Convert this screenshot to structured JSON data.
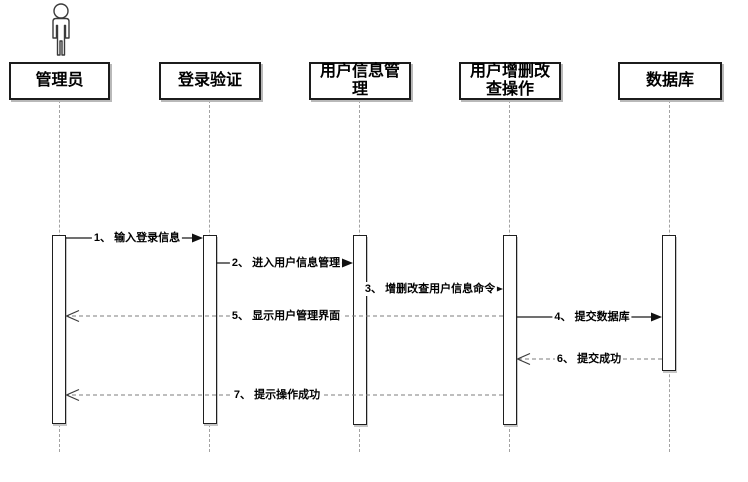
{
  "diagram": {
    "type": "uml-sequence-diagram",
    "language": "zh-CN"
  },
  "actor": {
    "icon": "person-actor-icon",
    "attached_to": "管理员"
  },
  "participants": [
    {
      "label": "管理员"
    },
    {
      "label": "登录验证"
    },
    {
      "label": "用户信息管理"
    },
    {
      "label": "用户增删改查操作"
    },
    {
      "label": "数据库"
    }
  ],
  "messages": [
    {
      "seq": 1,
      "label": "1、 输入登录信息",
      "from": "管理员",
      "to": "登录验证",
      "line": "solid",
      "arrow": "filled-right"
    },
    {
      "seq": 2,
      "label": "2、 进入用户信息管理",
      "from": "登录验证",
      "to": "用户信息管理",
      "line": "solid",
      "arrow": "filled-right"
    },
    {
      "seq": 3,
      "label": "3、 增删改查用户信息命令",
      "from": "用户信息管理",
      "to": "用户增删改查操作",
      "line": "solid",
      "arrow": "filled-right"
    },
    {
      "seq": 4,
      "label": "4、 提交数据库",
      "from": "用户增删改查操作",
      "to": "数据库",
      "line": "solid",
      "arrow": "filled-right"
    },
    {
      "seq": 5,
      "label": "5、 显示用户管理界面",
      "from": "用户增删改查操作",
      "to": "管理员",
      "line": "dashed",
      "arrow": "open-left"
    },
    {
      "seq": 6,
      "label": "6、 提交成功",
      "from": "数据库",
      "to": "用户增删改查操作",
      "line": "dashed",
      "arrow": "open-left"
    },
    {
      "seq": 7,
      "label": "7、 提示操作成功",
      "from": "用户增删改查操作",
      "to": "管理员",
      "line": "dashed",
      "arrow": "open-left"
    }
  ],
  "colors": {
    "background": "#ffffff",
    "shape_border": "#1c1c1c",
    "shape_shadow": "#b9b9b9",
    "solid_message_line": "#1a1a1a",
    "dashed_message_line": "#7d7d7d",
    "lifeline_dash": "#a3a3a3",
    "text": "#000000"
  }
}
